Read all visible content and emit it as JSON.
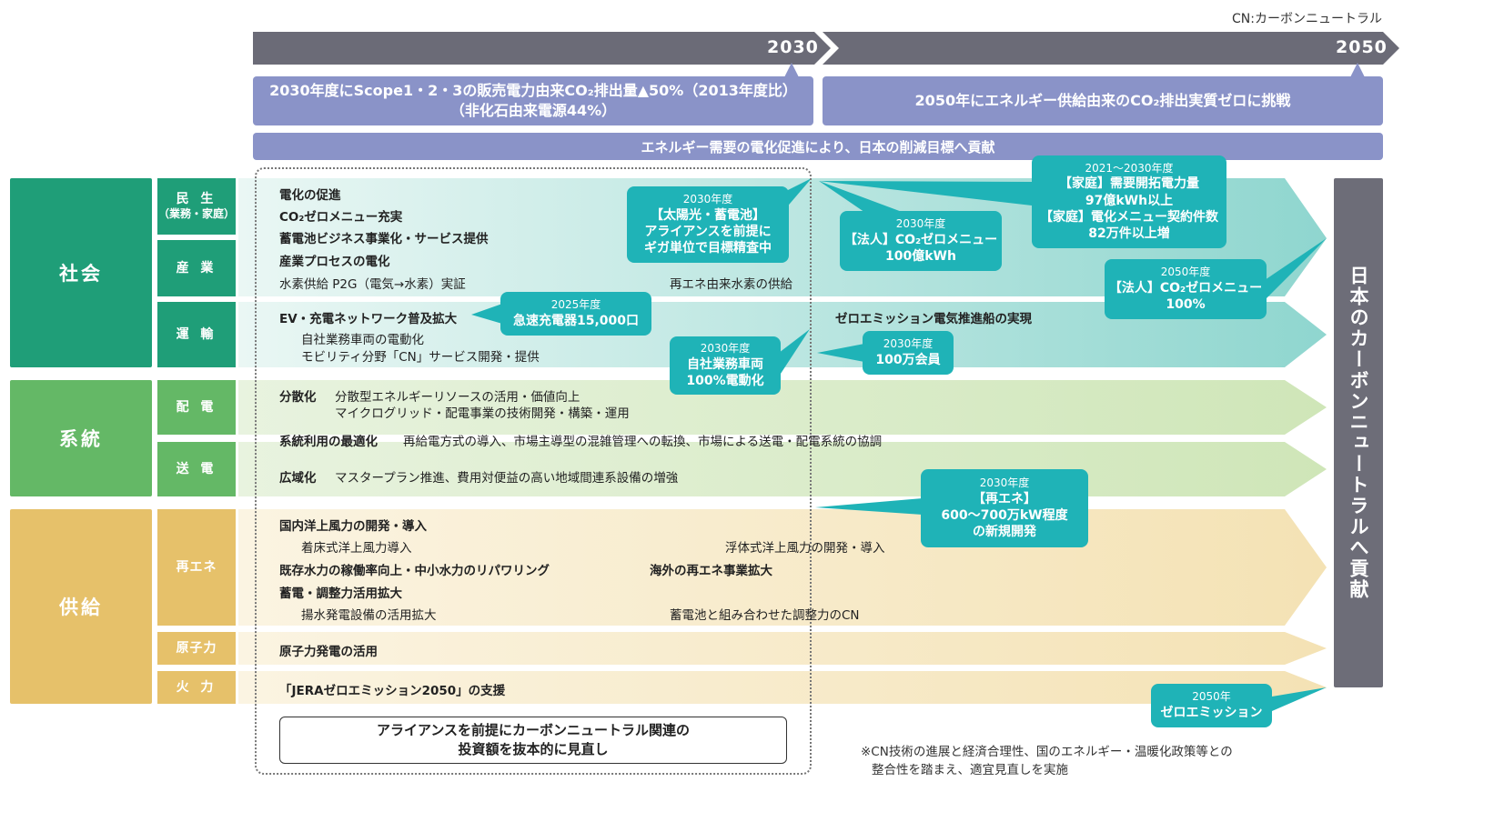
{
  "note_top": "CN:カーボンニュートラル",
  "timeline": {
    "year_2030": "2030",
    "year_2050": "2050"
  },
  "goals": {
    "goal_2030_line1": "2030年度にScope1・2・3の販売電力由来CO₂排出量▲50%（2013年度比）",
    "goal_2030_line2": "（非化石由来電源44%）",
    "goal_2050": "2050年にエネルギー供給由来のCO₂排出実質ゼロに挑戦",
    "electrification": "エネルギー需要の電化促進により、日本の削減目標へ貢献"
  },
  "categories": {
    "society": "社会",
    "grid": "系統",
    "supply": "供給"
  },
  "subcategories": {
    "minsei": "民 生",
    "minsei_sub": "（業務・家庭）",
    "sangyo": "産 業",
    "unyu": "運 輸",
    "haiden": "配 電",
    "soden": "送 電",
    "saiene": "再エネ",
    "genshiryoku": "原子力",
    "karyoku": "火 力"
  },
  "items": {
    "society": {
      "l1": "電化の促進",
      "l2": "CO₂ゼロメニュー充実",
      "l3": "蓄電池ビジネス事業化・サービス提供",
      "l4": "産業プロセスの電化",
      "l5": "水素供給 P2G（電気→水素）実証",
      "l5_right": "再エネ由来水素の供給",
      "ev": "EV・充電ネットワーク普及拡大",
      "ev_sub1": "自社業務車両の電動化",
      "ev_sub2": "モビリティ分野「CN」サービス開発・提供",
      "ship": "ゼロエミッション電気推進船の実現"
    },
    "grid": {
      "bunsan": "分散化",
      "bunsan_sub1": "分散型エネルギーリソースの活用・価値向上",
      "bunsan_sub2": "マイクログリッド・配電事業の技術開発・構築・運用",
      "keito": "系統利用の最適化",
      "keito_sub": "再給電方式の導入、市場主導型の混雑管理への転換、市場による送電・配電系統の協調",
      "koiki": "広域化",
      "koiki_sub": "マスタープラン推進、費用対便益の高い地域間連系設備の増強"
    },
    "supply": {
      "l1": "国内洋上風力の開発・導入",
      "l2": "着床式洋上風力導入",
      "l2_right": "浮体式洋上風力の開発・導入",
      "l3": "既存水力の稼働率向上・中小水力のリパワリング",
      "l3_right": "海外の再エネ事業拡大",
      "l4": "蓄電・調整力活用拡大",
      "l5": "揚水発電設備の活用拡大",
      "l5_right": "蓄電池と組み合わせた調整力のCN",
      "nuclear": "原子力発電の活用",
      "thermal": "「JERAゼロエミッション2050」の支援"
    }
  },
  "callouts": {
    "solar": {
      "year": "2030年度",
      "l1": "【太陽光・蓄電池】",
      "l2": "アライアンスを前提に",
      "l3": "ギガ単位で目標精査中"
    },
    "corp_menu_2030": {
      "year": "2030年度",
      "l1": "【法人】CO₂ゼロメニュー",
      "l2": "100億kWh"
    },
    "home_2021": {
      "year": "2021～2030年度",
      "l1": "【家庭】需要開拓電力量",
      "l2": "97億kWh以上",
      "l3": "【家庭】電化メニュー契約件数",
      "l4": "82万件以上増"
    },
    "corp_menu_2050": {
      "year": "2050年度",
      "l1": "【法人】CO₂ゼロメニュー",
      "l2": "100%"
    },
    "charger": {
      "year": "2025年度",
      "l1": "急速充電器15,000口"
    },
    "fleet": {
      "year": "2030年度",
      "l1": "自社業務車両",
      "l2": "100%電動化"
    },
    "members": {
      "year": "2030年度",
      "l1": "100万会員"
    },
    "renewable": {
      "year": "2030年度",
      "l1": "【再エネ】",
      "l2": "600～700万kW程度",
      "l3": "の新規開発"
    },
    "zero_emission": {
      "year": "2050年",
      "l1": "ゼロエミッション"
    }
  },
  "result_label": "日本のカーボンニュートラルへ貢献",
  "investment": {
    "l1": "アライアンスを前提にカーボンニュートラル関連の",
    "l2": "投資額を抜本的に見直し"
  },
  "footnote": {
    "l1": "※CN技術の進展と経済合理性、国のエネルギー・温暖化政策等との",
    "l2": "整合性を踏まえ、適宜見直しを実施"
  },
  "colors": {
    "timeline": "#6b6b77",
    "goal": "#8a93c8",
    "society": "#1f9e78",
    "grid": "#64b866",
    "supply": "#e6c16a",
    "callout": "#1fb3b7",
    "result": "#6d6d78"
  }
}
